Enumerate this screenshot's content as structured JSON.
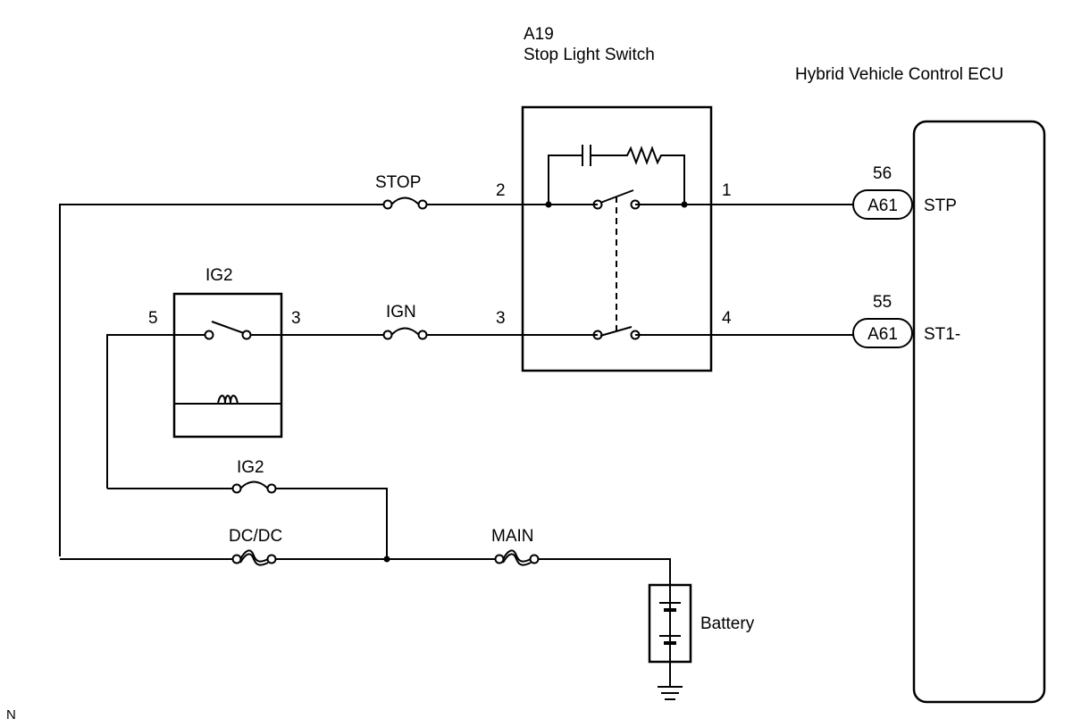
{
  "switch": {
    "id": "A19",
    "name": "Stop Light Switch",
    "pins": {
      "top_left": "2",
      "top_right": "1",
      "bottom_left": "3",
      "bottom_right": "4"
    }
  },
  "ecu": {
    "name": "Hybrid Vehicle Control ECU"
  },
  "connectors": [
    {
      "pin": "56",
      "code": "A61",
      "signal": "STP"
    },
    {
      "pin": "55",
      "code": "A61",
      "signal": "ST1-"
    }
  ],
  "relay": {
    "name": "IG2",
    "pin_left": "5",
    "pin_right": "3"
  },
  "fuses": {
    "stop": "STOP",
    "ign": "IGN",
    "ig2": "IG2",
    "dcdc": "DC/DC",
    "main": "MAIN"
  },
  "battery": {
    "label": "Battery"
  },
  "corner_mark": "N"
}
